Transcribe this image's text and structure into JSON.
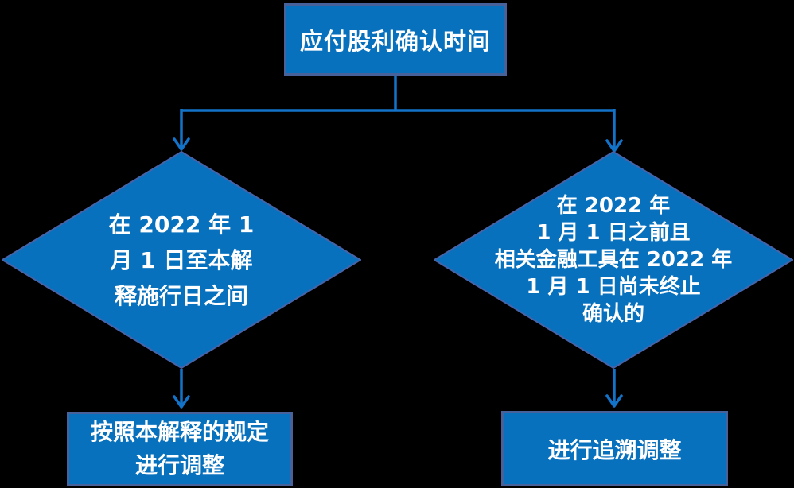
{
  "diagram": {
    "type": "flowchart",
    "topic": "应付股利确认时间",
    "nodes": {
      "root": {
        "label": "应付股利确认时间"
      },
      "left_condition": {
        "lines": [
          "在 2022 年 1",
          "月 1 日至本解",
          "释施行日之间"
        ]
      },
      "right_condition": {
        "lines": [
          "在 2022 年",
          "1 月 1 日之前且",
          "相关金融工具在 2022 年",
          "1 月 1 日尚未终止",
          "确认的"
        ]
      },
      "left_action": {
        "lines": [
          "按照本解释的规定",
          "进行调整"
        ]
      },
      "right_action": {
        "lines": [
          "进行追溯调整"
        ]
      }
    },
    "edges": [
      {
        "from": "root",
        "to": "left_condition"
      },
      {
        "from": "root",
        "to": "right_condition"
      },
      {
        "from": "left_condition",
        "to": "left_action"
      },
      {
        "from": "right_condition",
        "to": "right_action"
      }
    ],
    "colors": {
      "background": "#000000",
      "shape_fill": "#0871BE",
      "rect_border": "#47629B",
      "diamond_border": "#4763A8",
      "connector": "#1373C8",
      "text": "#FFFFFF"
    }
  }
}
